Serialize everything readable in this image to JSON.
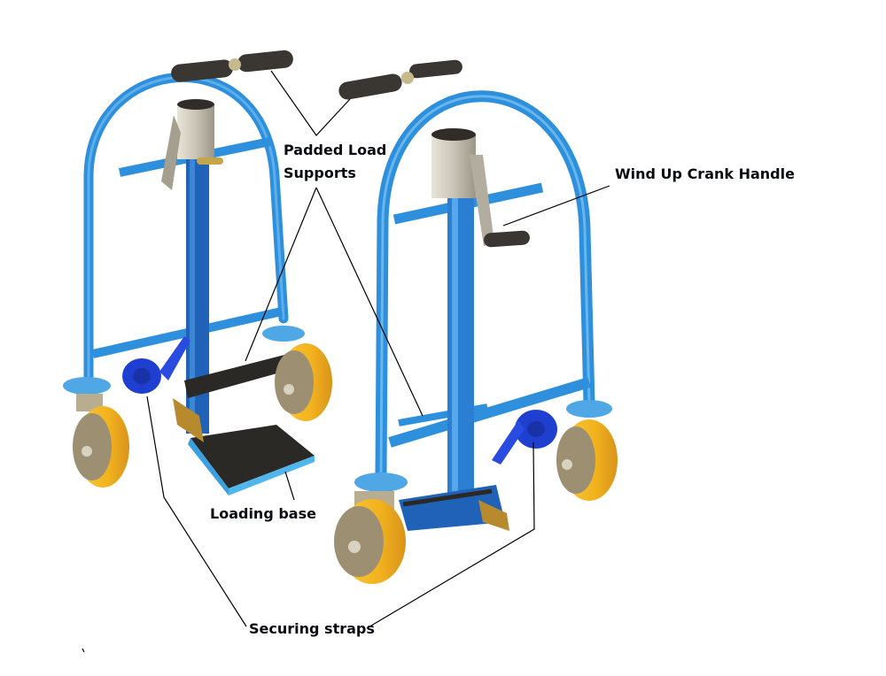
{
  "diagram": {
    "subject": "Pair of blue machinery moving dollies with polyurethane castor wheels",
    "colors": {
      "frame_blue": "#2e8fdc",
      "frame_blue_dark": "#1f62b8",
      "strap_blue": "#1f3fd0",
      "wheel_orange": "#f2b31e",
      "hub_metal": "#9c8f72",
      "pad_black": "#3a3733",
      "cylinder_silver": "#c9c4b6",
      "label_text": "#0b0b12",
      "leader_line": "#000000"
    },
    "labels": [
      {
        "id": "padded-load-supports",
        "line1": "Padded Load",
        "line2": "Supports"
      },
      {
        "id": "wind-up-crank-handle",
        "text": "Wind Up Crank Handle"
      },
      {
        "id": "loading-base",
        "text": "Loading base"
      },
      {
        "id": "securing-straps",
        "text": "Securing straps"
      }
    ]
  }
}
